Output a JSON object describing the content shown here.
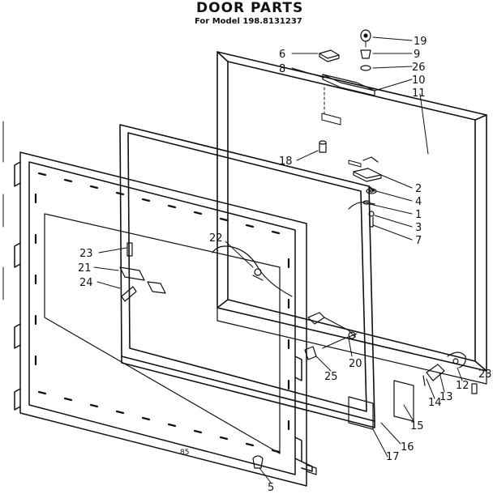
{
  "header": {
    "title": "DOOR PARTS",
    "subtitle": "For Model 198.8131237"
  },
  "page_number": "85",
  "parts": [
    {
      "id": "19",
      "label": "19"
    },
    {
      "id": "6",
      "label": "6"
    },
    {
      "id": "9",
      "label": "9"
    },
    {
      "id": "8",
      "label": "8"
    },
    {
      "id": "26",
      "label": "26"
    },
    {
      "id": "10",
      "label": "10"
    },
    {
      "id": "11",
      "label": "11"
    },
    {
      "id": "18",
      "label": "18"
    },
    {
      "id": "2",
      "label": "2"
    },
    {
      "id": "4",
      "label": "4"
    },
    {
      "id": "1",
      "label": "1"
    },
    {
      "id": "3",
      "label": "3"
    },
    {
      "id": "7",
      "label": "7"
    },
    {
      "id": "22",
      "label": "22"
    },
    {
      "id": "23",
      "label": "23"
    },
    {
      "id": "21",
      "label": "21"
    },
    {
      "id": "24",
      "label": "24"
    },
    {
      "id": "25",
      "label": "25"
    },
    {
      "id": "20",
      "label": "20"
    },
    {
      "id": "23b",
      "label": "23"
    },
    {
      "id": "12",
      "label": "12"
    },
    {
      "id": "13",
      "label": "13"
    },
    {
      "id": "14",
      "label": "14"
    },
    {
      "id": "15",
      "label": "15"
    },
    {
      "id": "16",
      "label": "16"
    },
    {
      "id": "17",
      "label": "17"
    },
    {
      "id": "5",
      "label": "5"
    }
  ]
}
